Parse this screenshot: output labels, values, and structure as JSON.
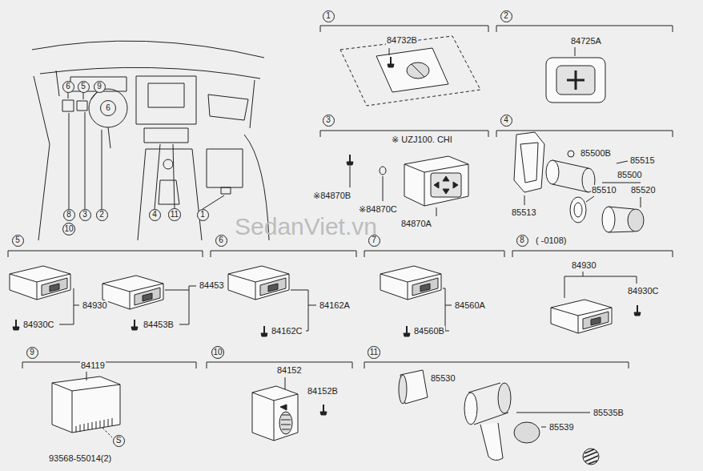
{
  "diagram": {
    "nodes": [
      {
        "text": [
          "6"
        ]
      },
      {
        "text": [
          "5"
        ]
      },
      {
        "text": [
          "9"
        ]
      },
      {
        "text": [
          "6"
        ]
      },
      {
        "text": [
          "8"
        ]
      },
      {
        "text": [
          "3"
        ]
      },
      {
        "text": [
          "2"
        ]
      },
      {
        "text": [
          "10"
        ]
      },
      {
        "text": [
          "4"
        ]
      },
      {
        "text": [
          "11"
        ]
      },
      {
        "text": [
          "1"
        ]
      },
      {
        "text": [
          "1"
        ]
      },
      {
        "text": [
          "2"
        ]
      },
      {
        "text": [
          "3"
        ]
      },
      {
        "text": [
          "4"
        ]
      },
      {
        "text": [
          "5"
        ]
      },
      {
        "text": [
          "6"
        ]
      },
      {
        "text": [
          "7"
        ]
      },
      {
        "text": [
          "8"
        ]
      },
      {
        "text": [
          "9"
        ]
      },
      {
        "text": [
          "10"
        ]
      },
      {
        "text": [
          "11"
        ]
      },
      {
        "text": [
          "S"
        ]
      }
    ],
    "labels": [
      "84732B",
      "84725A",
      "※ UZJ100. CHI",
      "※84870B",
      "※84870C",
      "84870A",
      "85500B",
      "85515",
      "85500",
      "85510",
      "85520",
      "85513",
      "84930",
      "84930C",
      "84453",
      "84453B",
      "84162A",
      "84162C",
      "84560A",
      "84560B",
      "84930",
      "84930C",
      "84119",
      "93568-55014(2)",
      "84152",
      "84152B",
      "85530",
      "85535B",
      "85539",
      "( -0108)",
      "SedanViet.vn"
    ]
  }
}
